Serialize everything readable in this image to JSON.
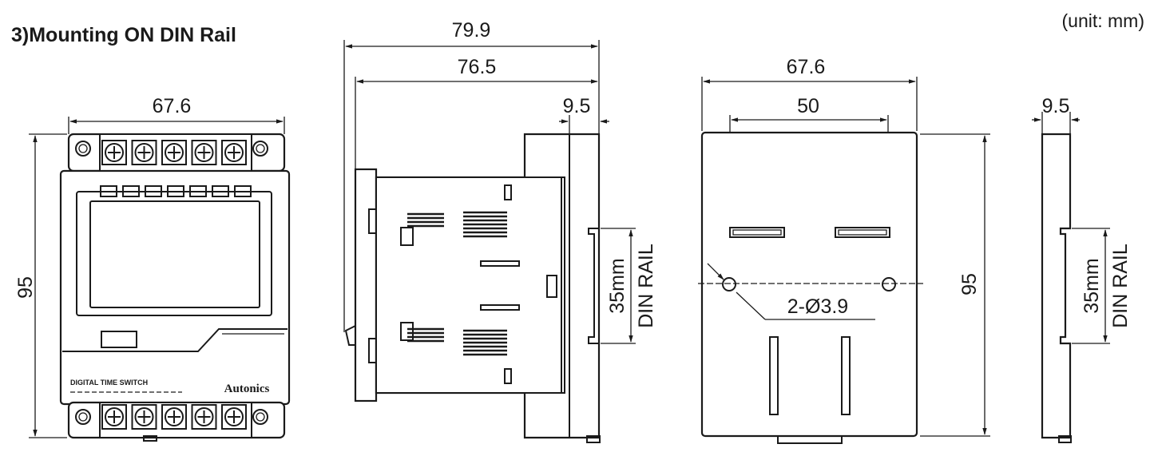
{
  "title": "3)Mounting ON DIN Rail",
  "unit": "(unit: mm)",
  "front_view": {
    "width_label": "67.6",
    "height_label": "95",
    "product_label": "DIGITAL TIME SWITCH",
    "brand": "Autonics"
  },
  "side_view": {
    "overall_depth_label": "79.9",
    "body_depth_label": "76.5",
    "rail_depth_label": "9.5",
    "rail_height_label": "35mm",
    "rail_name": "DIN RAIL"
  },
  "back_view": {
    "width_label": "67.6",
    "hole_pitch_label": "50",
    "height_label": "95",
    "hole_label": "2-Ø3.9"
  },
  "rail_profile": {
    "depth_label": "9.5",
    "rail_height_label": "35mm",
    "rail_name": "DIN RAIL"
  }
}
